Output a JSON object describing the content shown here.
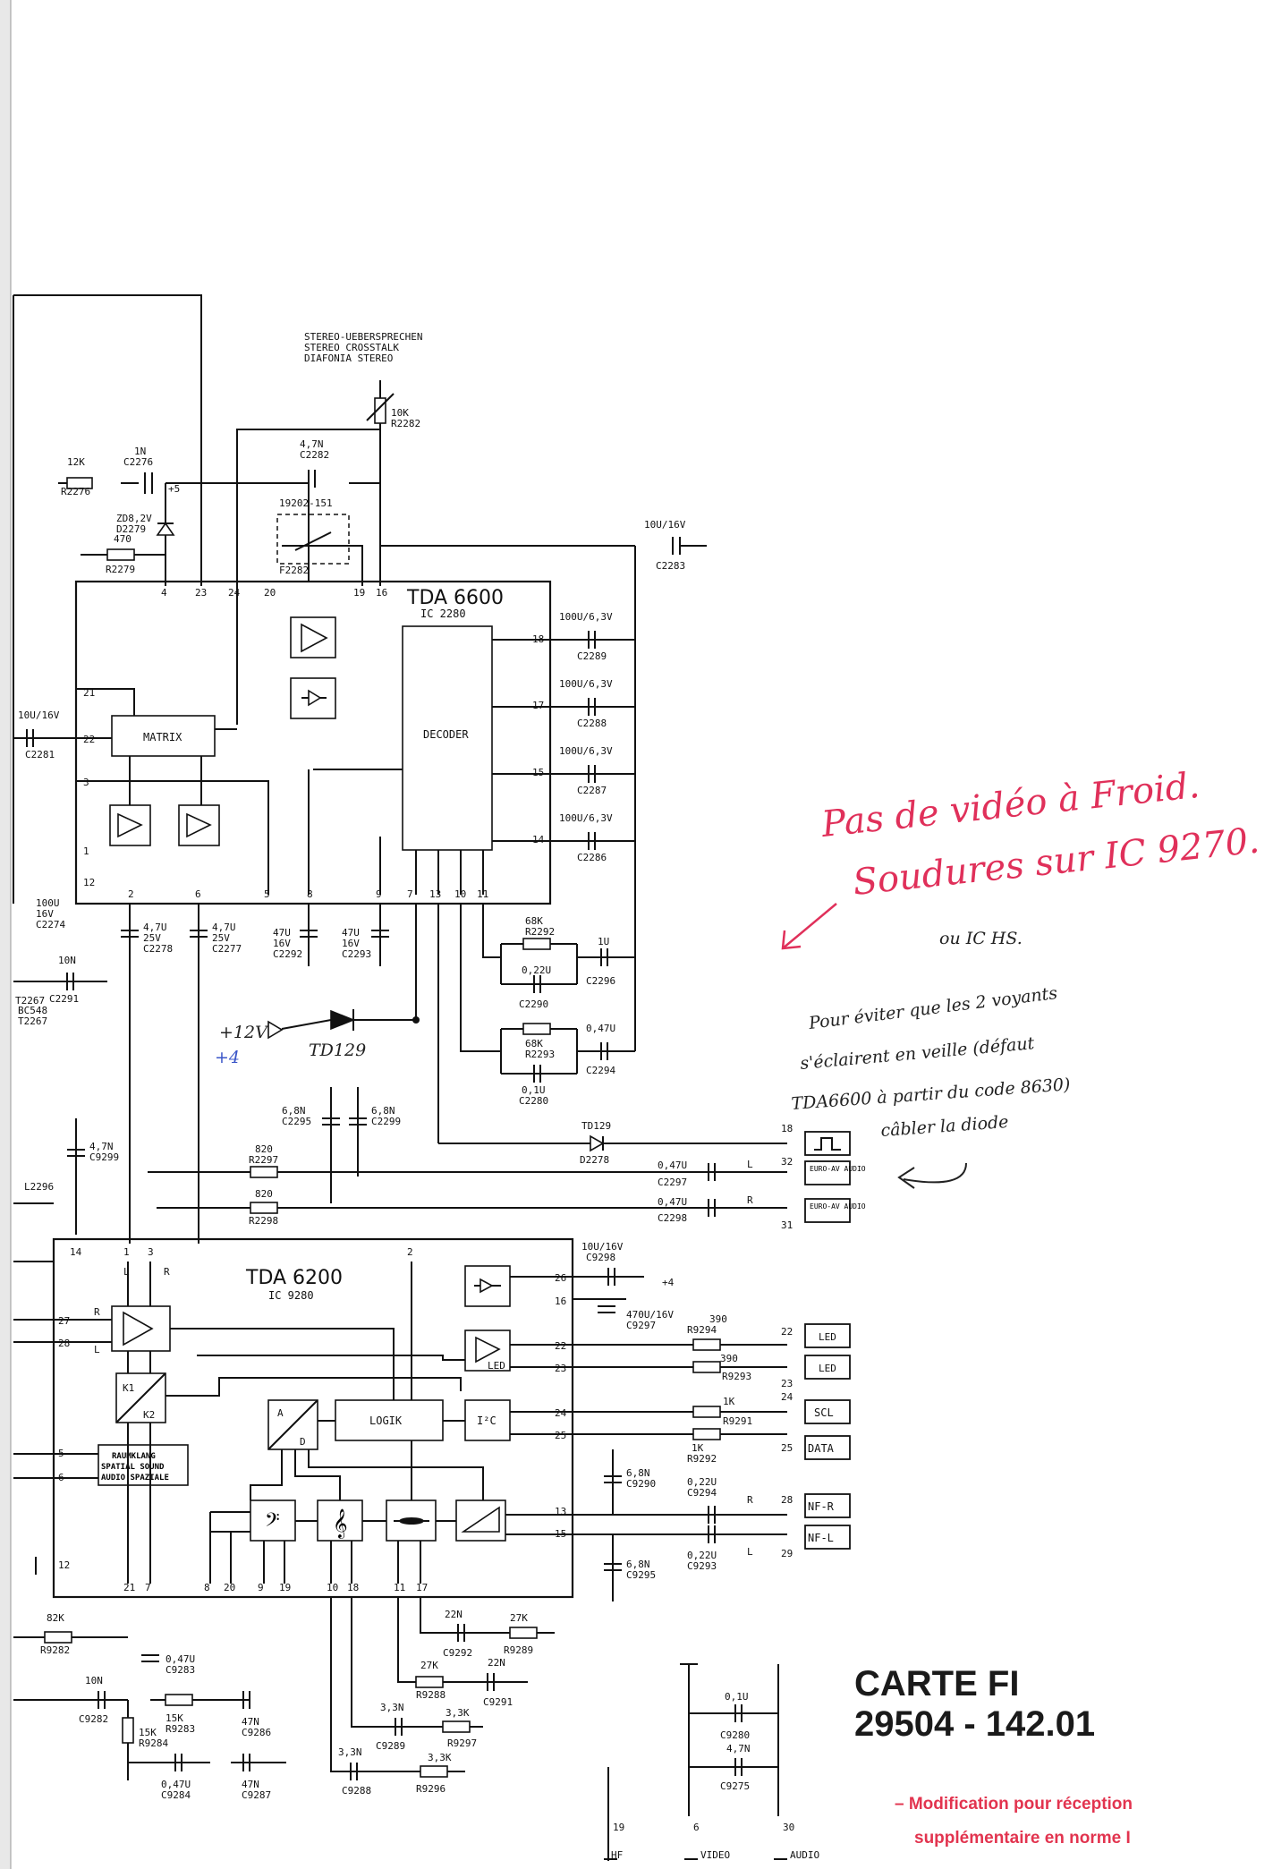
{
  "stereo_crosstalk": [
    "STEREO-UEBERSPRECHEN",
    "STEREO CROSSTALK",
    "DIAFONIA STEREO"
  ],
  "ic_tda6600": {
    "name": "TDA 6600",
    "ref": "IC 2280",
    "matrix": "MATRIX",
    "decoder": "DECODER",
    "pins_top": [
      "4",
      "23",
      "24",
      "20",
      "19",
      "16"
    ],
    "pins_bottom": [
      "2",
      "6",
      "5",
      "8",
      "9",
      "7",
      "13",
      "10",
      "11"
    ],
    "pins_left": [
      "21",
      "22",
      "3",
      "1",
      "12"
    ],
    "pins_right": [
      "18",
      "17",
      "15",
      "14"
    ]
  },
  "ic_tda6200": {
    "name": "TDA 6200",
    "ref": "IC 9280",
    "logik": "LOGIK",
    "i2c": "I²C",
    "led": "LED",
    "spatial": [
      "RAUMKLANG",
      "SPATIAL SOUND",
      "AUDIO SPAZIALE"
    ],
    "pins_top": [
      "14",
      "1",
      "3",
      "2"
    ],
    "lr_top": [
      "L",
      "R"
    ],
    "pins_bottom": [
      "21",
      "7",
      "8",
      "20",
      "9",
      "19",
      "10",
      "18",
      "11",
      "17"
    ],
    "pins_left": [
      "27",
      "28",
      "5",
      "6",
      "12"
    ],
    "pins_right": [
      "26",
      "16",
      "22",
      "23",
      "24",
      "25",
      "13",
      "15"
    ],
    "ad": [
      "A",
      "D"
    ],
    "k": [
      "K1",
      "K2"
    ]
  },
  "components": {
    "r2276": [
      "12K",
      "R2276"
    ],
    "c2276": [
      "1N",
      "C2276"
    ],
    "zd": [
      "ZD8,2V",
      "D2279"
    ],
    "plus5": "+5",
    "r2279": [
      "470",
      "R2279"
    ],
    "c2282": [
      "4,7N",
      "C2282"
    ],
    "f2282": [
      "19202-151",
      "F2282"
    ],
    "r2282": [
      "10K",
      "R2282"
    ],
    "c2283": [
      "10U/16V",
      "C2283"
    ],
    "c2289": [
      "100U/6,3V",
      "C2289"
    ],
    "c2288": [
      "100U/6,3V",
      "C2288"
    ],
    "c2287": [
      "100U/6,3V",
      "C2287"
    ],
    "c2286": [
      "100U/6,3V",
      "C2286"
    ],
    "c2281": [
      "10U/16V",
      "C2281"
    ],
    "c2274": [
      "100U",
      "16V",
      "C2274"
    ],
    "c2278": [
      "4,7U",
      "25V",
      "C2278"
    ],
    "c2277": [
      "4,7U",
      "25V",
      "C2277"
    ],
    "c2292": [
      "47U",
      "16V",
      "C2292"
    ],
    "c2293": [
      "47U",
      "16V",
      "C2293"
    ],
    "r2292": [
      "68K",
      "R2292"
    ],
    "c2296": [
      "1U",
      "C2296"
    ],
    "c2290": [
      "0,22U",
      "C2290"
    ],
    "r2293": [
      "68K",
      "R2293"
    ],
    "c2294": [
      "0,47U",
      "C2294"
    ],
    "c2280": [
      "0,1U",
      "C2280"
    ],
    "c2291": [
      "10N",
      "C2291"
    ],
    "bc548": [
      "BC548",
      "T2267"
    ],
    "c2295": [
      "6,8N",
      "C2295"
    ],
    "c2299": [
      "6,8N",
      "C2299"
    ],
    "c9299": [
      "4,7N",
      "C9299"
    ],
    "r2297": [
      "820",
      "R2297"
    ],
    "r2298": [
      "820",
      "R2298"
    ],
    "l2296": "L2296",
    "td129": [
      "TD129",
      "D2278"
    ],
    "c2297": [
      "0,47U",
      "C2297"
    ],
    "c2298": [
      "0,47U",
      "C2298"
    ],
    "c9298": [
      "10U/16V",
      "C9298"
    ],
    "plus4": "+4",
    "c9297": [
      "470U/16V",
      "C9297"
    ],
    "r9294": [
      "390",
      "R9294"
    ],
    "r9293": [
      "390",
      "R9293"
    ],
    "r9291": [
      "1K",
      "R9291"
    ],
    "r9292": [
      "1K",
      "R9292"
    ],
    "c9290": [
      "6,8N",
      "C9290"
    ],
    "c9294": [
      "0,22U",
      "C9294"
    ],
    "c9293": [
      "0,22U",
      "C9293"
    ],
    "c9295": [
      "6,8N",
      "C9295"
    ],
    "r9282": [
      "82K",
      "R9282"
    ],
    "c9283": [
      "0,47U",
      "C9283"
    ],
    "c9282": [
      "10N",
      "C9282"
    ],
    "r9283": [
      "15K",
      "R9283"
    ],
    "r9284": [
      "15K",
      "R9284"
    ],
    "c9286": [
      "47N",
      "C9286"
    ],
    "c9284": [
      "0,47U",
      "C9284"
    ],
    "c9287": [
      "47N",
      "C9287"
    ],
    "c9292": [
      "22N",
      "C9292"
    ],
    "r9289": [
      "27K",
      "R9289"
    ],
    "r9288": [
      "27K",
      "R9288"
    ],
    "c9291": [
      "22N",
      "C9291"
    ],
    "c9289": [
      "3,3N",
      "C9289"
    ],
    "r9297": [
      "3,3K",
      "R9297"
    ],
    "c9288": [
      "3,3N",
      "C9288"
    ],
    "r9296": [
      "3,3K",
      "R9296"
    ],
    "c9280": [
      "0,1U",
      "C9280"
    ],
    "c9275": [
      "4,7N",
      "C9275"
    ]
  },
  "connectors": {
    "p18": "18",
    "p32": "32",
    "p31": "31",
    "euro": "EURO-AV AUDIO",
    "L": "L",
    "R": "R",
    "p22": "22",
    "p23": "23",
    "p24": "24",
    "p25": "25",
    "p28": "28",
    "p29": "29",
    "led": "LED",
    "scl": "SCL",
    "data": "DATA",
    "nfr": "NF-R",
    "nfl": "NF-L"
  },
  "bottom_conn": [
    {
      "pin": "19",
      "label": "HF"
    },
    {
      "pin": "6",
      "label": "VIDEO"
    },
    {
      "pin": "30",
      "label": "AUDIO"
    }
  ],
  "handwritten": {
    "red_1": "Pas de vidéo à Froid.",
    "red_2": "Soudures sur IC 9270.",
    "note_hs": "ou IC HS.",
    "black_1": "Pour éviter que les 2 voyants",
    "black_2": "s'éclairent en veille (défaut",
    "black_3": "TDA6600 à partir du code 8630)",
    "black_4": "câbler la diode",
    "plus12": "+12V",
    "td129": "TD129",
    "plus4_blue": "+4"
  },
  "title": {
    "line1": "CARTE FI",
    "line2": "29504 - 142.01"
  },
  "modification": [
    "– Modification pour réception",
    "supplémentaire en norme I"
  ],
  "left_edge": [
    "T2267",
    "100U",
    "16V",
    "C2274"
  ],
  "colors": {
    "ink": "#111111",
    "red_note": "#e0305a",
    "blue_note": "#3a55c8",
    "mod_red": "#e2344f"
  }
}
